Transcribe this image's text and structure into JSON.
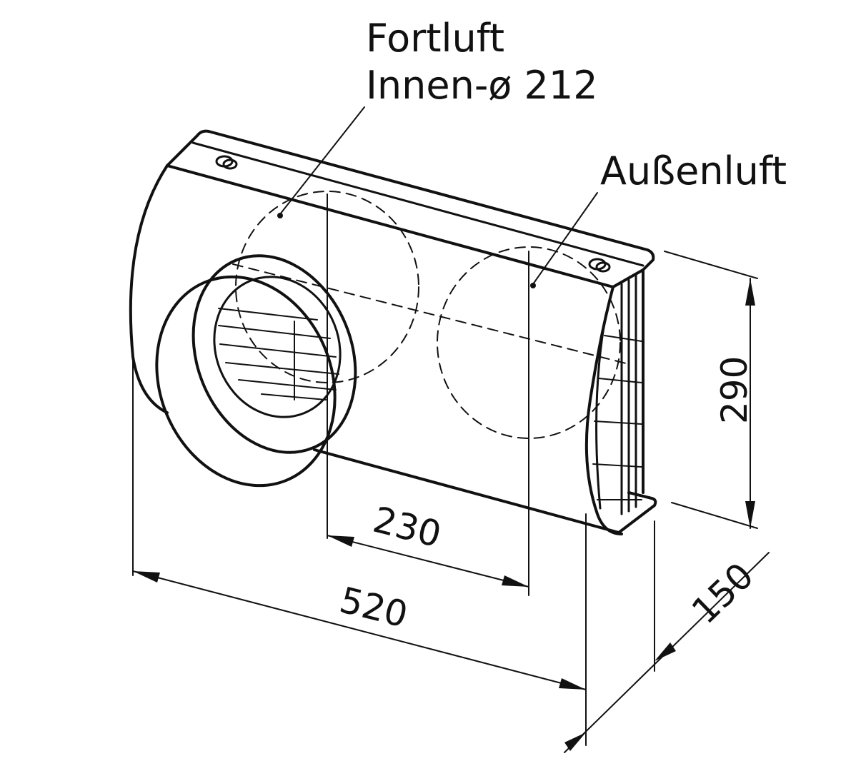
{
  "labels": {
    "fortluft_line1": "Fortluft",
    "fortluft_line2": "Innen-ø 212",
    "aussenluft": "Außenluft"
  },
  "dimensions": {
    "width_total": "520",
    "spacing": "230",
    "height": "290",
    "depth": "150"
  },
  "colors": {
    "line": "#111111",
    "background": "#ffffff"
  }
}
